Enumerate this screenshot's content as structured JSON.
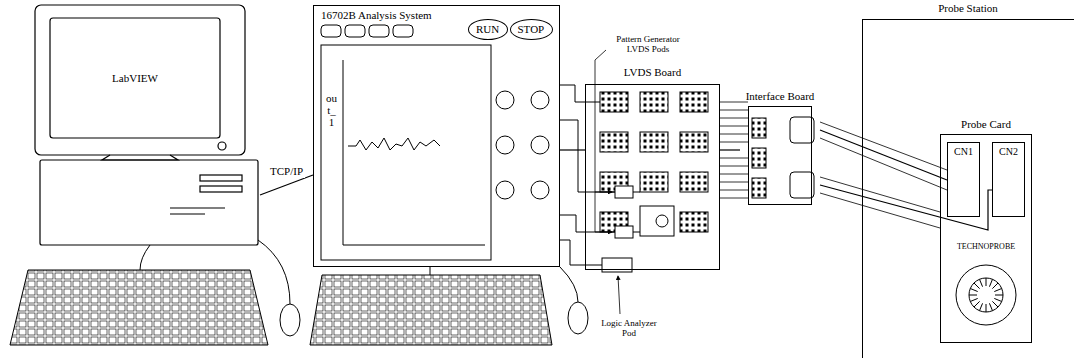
{
  "diagram": {
    "nodes": [
      {
        "text": [
          "LabVIEW"
        ]
      },
      {
        "text": [
          "16702B Analysis System"
        ]
      },
      {
        "text": [
          "RUN"
        ],
        "in": 1
      },
      {
        "text": [
          "STOP"
        ],
        "in": 1
      },
      {
        "text": [
          "LVDS Board"
        ]
      },
      {
        "text": [
          "Interface Board"
        ]
      },
      {
        "text": [
          "Probe Station"
        ]
      },
      {
        "text": [
          "Probe Card"
        ],
        "in": 6
      },
      {
        "text": [
          "CN1"
        ],
        "in": 7
      },
      {
        "text": [
          "CN2"
        ],
        "in": 7
      }
    ],
    "edges": [
      {
        "from": 0,
        "to": 1,
        "arrow": "none",
        "label": "TCP/IP"
      },
      {
        "from": 1,
        "to": 4,
        "arrow": "none"
      },
      {
        "from": 4,
        "to": 5,
        "arrow": "none"
      },
      {
        "from": 5,
        "to": 8,
        "arrow": "none"
      },
      {
        "from": 5,
        "to": 9,
        "arrow": "none"
      }
    ],
    "labels": [
      "Pattern Generator LVDS Pods",
      "Logic Analyzer Pod",
      "out_1",
      "TECHNOPROBE"
    ]
  }
}
